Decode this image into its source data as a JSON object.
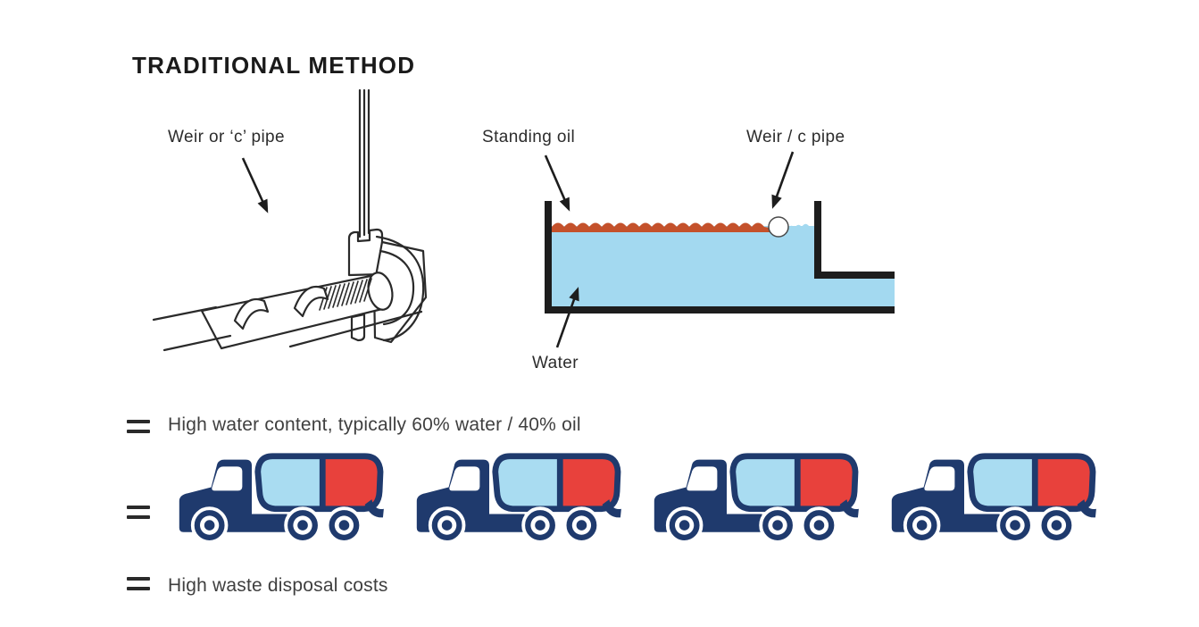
{
  "title": "TRADITIONAL METHOD",
  "pipe_figure": {
    "label": "Weir or ‘c’ pipe"
  },
  "tank_figure": {
    "standing_oil_label": "Standing oil",
    "weir_pipe_label": "Weir / c pipe",
    "water_label": "Water"
  },
  "statements": {
    "water_content": {
      "symbol": "=",
      "text": "High water content, typically 60% water / 40% oil"
    },
    "trucks_row": {
      "symbol": "="
    },
    "disposal": {
      "symbol": "=",
      "text": "High waste disposal costs"
    }
  },
  "trucks": {
    "count": 4
  },
  "colors": {
    "navy": "#1f3a6d",
    "truck_water": "#a9dcf1",
    "truck_oil": "#e8413c",
    "tank_water": "#a3d9f0",
    "oil_band": "#c4512b",
    "line": "#1d1d1d",
    "text": "#3f3f3f",
    "heading": "#1a1a1a"
  }
}
